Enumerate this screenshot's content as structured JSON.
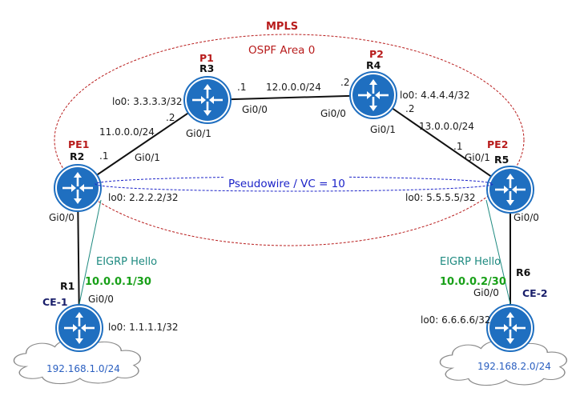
{
  "regions": {
    "mpls_label": "MPLS",
    "ospf_label": "OSPF Area 0",
    "pseudowire_label": "Pseudowire / VC = 10"
  },
  "routers": {
    "r1": {
      "name": "R1",
      "role": "CE-1",
      "loopback": "lo0: 1.1.1.1/32",
      "gi0_0": "Gi0/0"
    },
    "r2": {
      "name": "R2",
      "role": "PE1",
      "loopback": "lo0: 2.2.2.2/32",
      "gi0_0": "Gi0/0",
      "gi0_1": "Gi0/1"
    },
    "r3": {
      "name": "R3",
      "role": "P1",
      "loopback": "lo0: 3.3.3.3/32",
      "gi0_0": "Gi0/0",
      "gi0_1": "Gi0/1"
    },
    "r4": {
      "name": "R4",
      "role": "P2",
      "loopback": "lo0: 4.4.4.4/32",
      "gi0_0": "Gi0/0",
      "gi0_1": "Gi0/1"
    },
    "r5": {
      "name": "R5",
      "role": "PE2",
      "loopback": "lo0: 5.5.5.5/32",
      "gi0_0": "Gi0/0",
      "gi0_1": "Gi0/1"
    },
    "r6": {
      "name": "R6",
      "role": "CE-2",
      "loopback": "lo0: 6.6.6.6/32",
      "gi0_0": "Gi0/0"
    }
  },
  "links": {
    "r2_r3": {
      "subnet": "11.0.0.0/24",
      "r2_host": ".1",
      "r3_host": ".2"
    },
    "r3_r4": {
      "subnet": "12.0.0.0/24",
      "r3_host": ".1",
      "r4_host": ".2"
    },
    "r4_r5": {
      "subnet": "13.0.0.0/24",
      "r4_host": ".2",
      "r5_host": ".1"
    },
    "r1_r2": {
      "subnet": "10.0.0.1/30",
      "protocol": "EIGRP Hello"
    },
    "r5_r6": {
      "subnet": "10.0.0.2/30",
      "protocol": "EIGRP Hello"
    }
  },
  "lans": {
    "left": "192.168.1.0/24",
    "right": "192.168.2.0/24"
  },
  "colors": {
    "router_blue": "#1f6fc0",
    "mpls_red": "#b81c1c",
    "pseudowire_blue": "#1b22c8",
    "eigrp_teal": "#1e8a80",
    "subnet_green": "#18a018"
  }
}
